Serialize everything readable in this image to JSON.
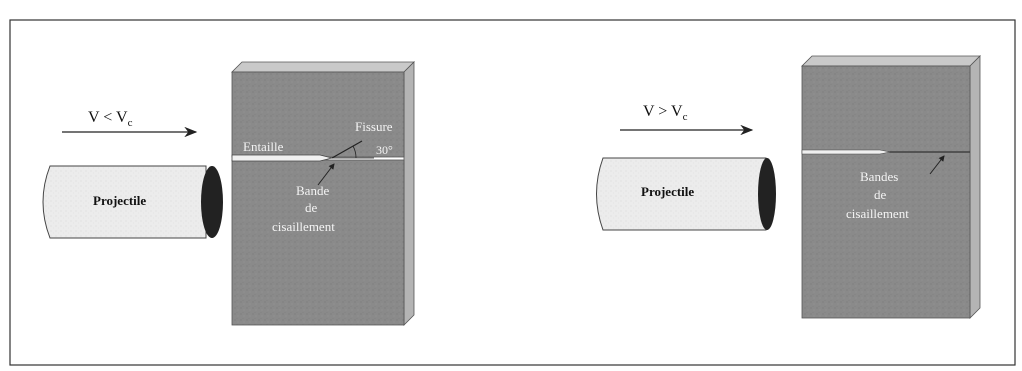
{
  "left_panel": {
    "velocity": "V < V",
    "velocity_sub": "c",
    "projectile": "Projectile",
    "notch": "Entaille",
    "crack": "Fissure",
    "angle": "30°",
    "band_line1": "Bande",
    "band_line2": "de",
    "band_line3": "cisaillement"
  },
  "right_panel": {
    "velocity": "V > V",
    "velocity_sub": "c",
    "projectile": "Projectile",
    "bands_line1": "Bandes",
    "bands_line2": "de",
    "bands_line3": "cisaillement"
  },
  "colors": {
    "plate_front": "#8a8a8a",
    "plate_side": "#b4b4b4",
    "plate_top": "#c9c9c9",
    "projectile_body": "#ececec",
    "projectile_end": "#222222",
    "frame": "#333333"
  }
}
